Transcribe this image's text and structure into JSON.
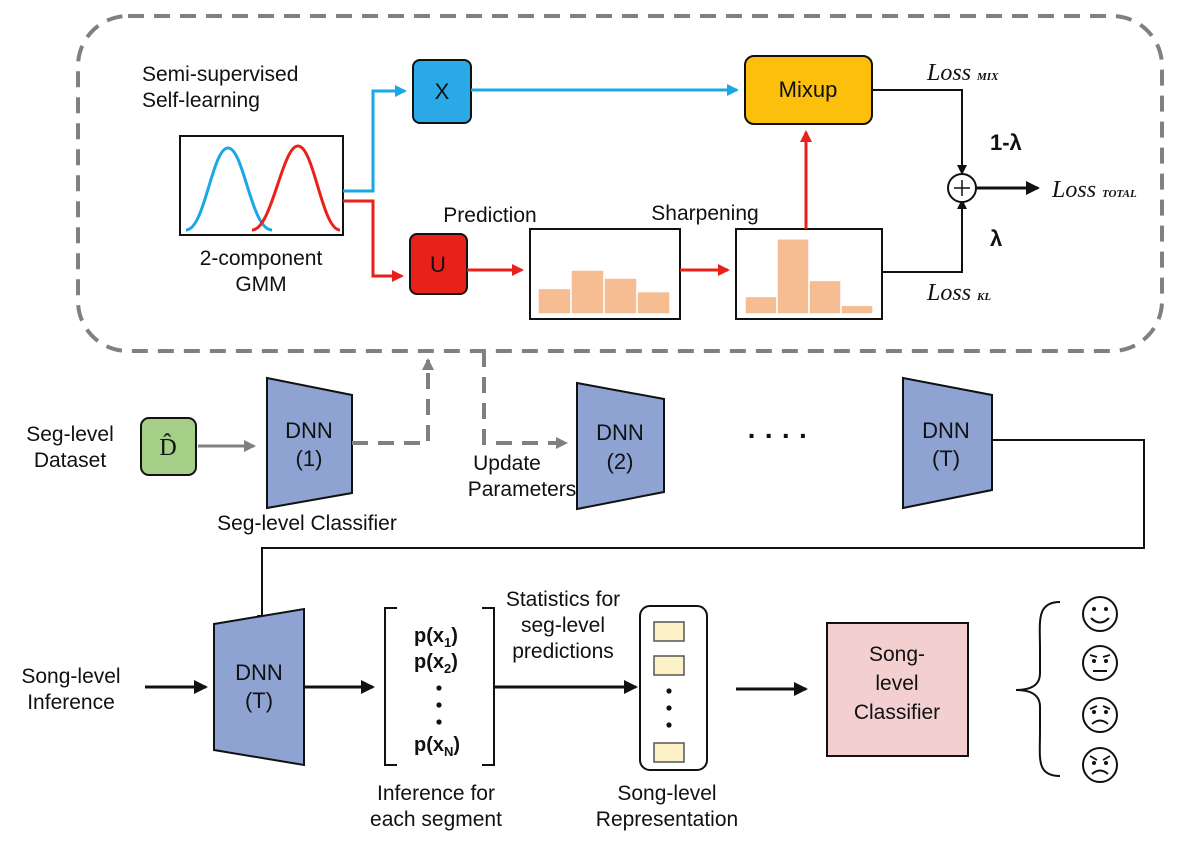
{
  "diagram": {
    "ssl_title_line1": "Semi-supervised",
    "ssl_title_line2": "Self-learning",
    "gmm_label_line1": "2-component",
    "gmm_label_line2": "GMM",
    "x_label": "X",
    "u_label": "U",
    "mixup_label": "Mixup",
    "prediction_label": "Prediction",
    "sharpening_label": "Sharpening",
    "prediction_bars": [
      0.32,
      0.55,
      0.45,
      0.28
    ],
    "sharpened_bars": [
      0.22,
      0.94,
      0.42,
      0.11
    ],
    "loss_mix_main": "Loss",
    "loss_mix_sub": "MIX",
    "loss_kl_main": "Loss",
    "loss_kl_sub": "KL",
    "loss_total_main": "Loss",
    "loss_total_sub": "TOTAL",
    "one_minus_lambda": "1-λ",
    "lambda": "λ",
    "seg_dataset_line1": "Seg-level",
    "seg_dataset_line2": "Dataset",
    "dataset_symbol": "D̂",
    "dnn1_line1": "DNN",
    "dnn1_line2": "(1)",
    "dnn2_line1": "DNN",
    "dnn2_line2": "(2)",
    "dnnT_line1": "DNN",
    "dnnT_line2": "(T)",
    "ellipsis": "· · · ·",
    "seg_classifier_label": "Seg-level Classifier",
    "update_params_line1": "Update",
    "update_params_line2": "Parameters",
    "song_inference_line1": "Song-level",
    "song_inference_line2": "Inference",
    "dnn_song_line1": "DNN",
    "dnn_song_line2": "(T)",
    "pred_items": [
      "p(x",
      "p(x",
      "p(x"
    ],
    "pred_subs": [
      "1",
      "2",
      "N"
    ],
    "pred_close": ")",
    "stats_line1": "Statistics for",
    "stats_line2": "seg-level",
    "stats_line3": "predictions",
    "inference_line1": "Inference for",
    "inference_line2": "each segment",
    "song_rep_line1": "Song-level",
    "song_rep_line2": "Representation",
    "song_clf_line1": "Song-",
    "song_clf_line2": "level",
    "song_clf_line3": "Classifier",
    "colors": {
      "dnn": "#8ea3d2",
      "x_box": "#2aa9e6",
      "u_box": "#e8221a",
      "mixup": "#fcbf0c",
      "dataset": "#a5cf86",
      "bars": "#f6bd93",
      "song_clf": "#f3cfcf",
      "rep_cell": "#fdf1c7",
      "blue_arrow": "#1aa7e6",
      "red_arrow": "#e8221a",
      "dashed": "#808080"
    }
  }
}
